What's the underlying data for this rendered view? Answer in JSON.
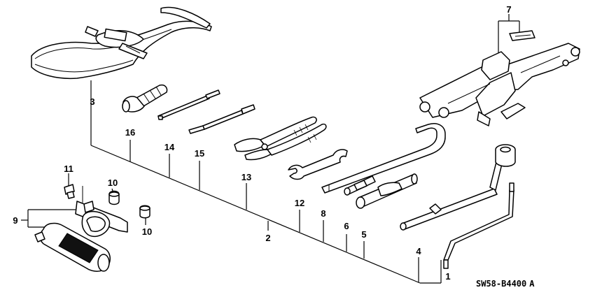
{
  "diagram": {
    "code": "SW58-B4400",
    "code_suffix": "A",
    "callouts": {
      "c1": "1",
      "c2": "2",
      "c3": "3",
      "c4": "4",
      "c5": "5",
      "c6": "6",
      "c7": "7",
      "c8": "8",
      "c9": "9",
      "c10a": "10",
      "c10b": "10",
      "c11": "11",
      "c12": "12",
      "c13": "13",
      "c14": "14",
      "c15": "15",
      "c16": "16"
    }
  }
}
